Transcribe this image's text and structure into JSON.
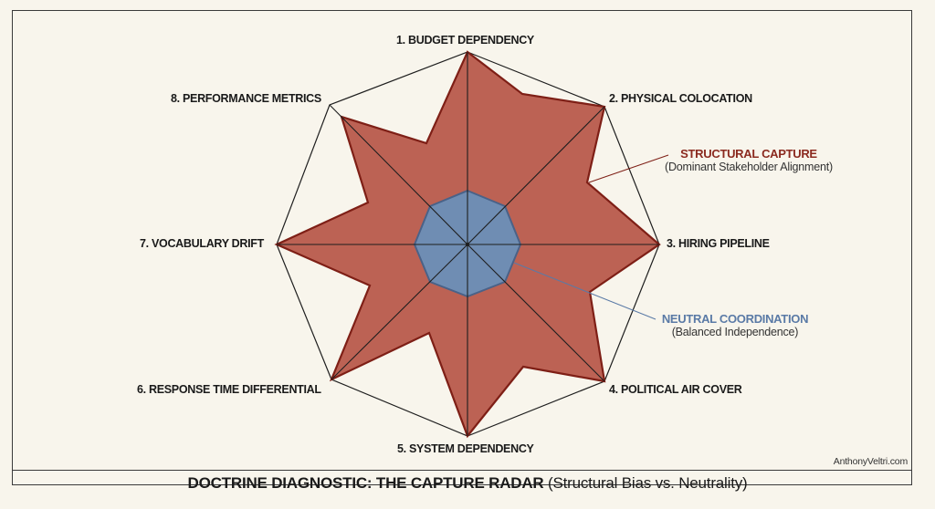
{
  "title": {
    "bold": "DOCTRINE DIAGNOSTIC: THE CAPTURE RADAR",
    "light": "(Structural Bias vs. Neutrality)"
  },
  "credit": "AnthonyVeltri.com",
  "axes": [
    {
      "label": "1. BUDGET DEPENDENCY"
    },
    {
      "label": "2. PHYSICAL COLOCATION"
    },
    {
      "label": "3. HIRING PIPELINE"
    },
    {
      "label": "4. POLITICAL AIR COVER"
    },
    {
      "label": "5. SYSTEM DEPENDENCY"
    },
    {
      "label": "6. RESPONSE TIME DIFFERENTIAL"
    },
    {
      "label": "7. VOCABULARY DRIFT"
    },
    {
      "label": "8. PERFORMANCE METRICS"
    }
  ],
  "legend": {
    "capture": {
      "name": "STRUCTURAL CAPTURE",
      "sub": "(Dominant Stakeholder Alignment)",
      "color": "#8b2a1f"
    },
    "neutral": {
      "name": "NEUTRAL COORDINATION",
      "sub": "(Balanced Independence)",
      "color": "#5a7aa6"
    }
  },
  "chart_data": {
    "type": "radar",
    "title": "DOCTRINE DIAGNOSTIC: THE CAPTURE RADAR (Structural Bias vs. Neutrality)",
    "categories": [
      "1. BUDGET DEPENDENCY",
      "2. PHYSICAL COLOCATION",
      "3. HIRING PIPELINE",
      "4. POLITICAL AIR COVER",
      "5. SYSTEM DEPENDENCY",
      "6. RESPONSE TIME DIFFERENTIAL",
      "7. VOCABULARY DRIFT",
      "8. PERFORMANCE METRICS"
    ],
    "range": [
      0,
      1
    ],
    "grid": "single outer octagon with spokes",
    "series": [
      {
        "name": "STRUCTURAL CAPTURE (Dominant Stakeholder Alignment)",
        "color": "#b85a4c",
        "values": [
          1.0,
          1.0,
          1.0,
          1.0,
          1.0,
          1.0,
          1.0,
          0.92
        ],
        "shape": "star with inward notches between axes"
      },
      {
        "name": "NEUTRAL COORDINATION (Balanced Independence)",
        "color": "#6f8db3",
        "values": [
          0.28,
          0.28,
          0.28,
          0.28,
          0.28,
          0.28,
          0.28,
          0.28
        ]
      }
    ],
    "legend_position": "right, annotated with leader lines"
  }
}
